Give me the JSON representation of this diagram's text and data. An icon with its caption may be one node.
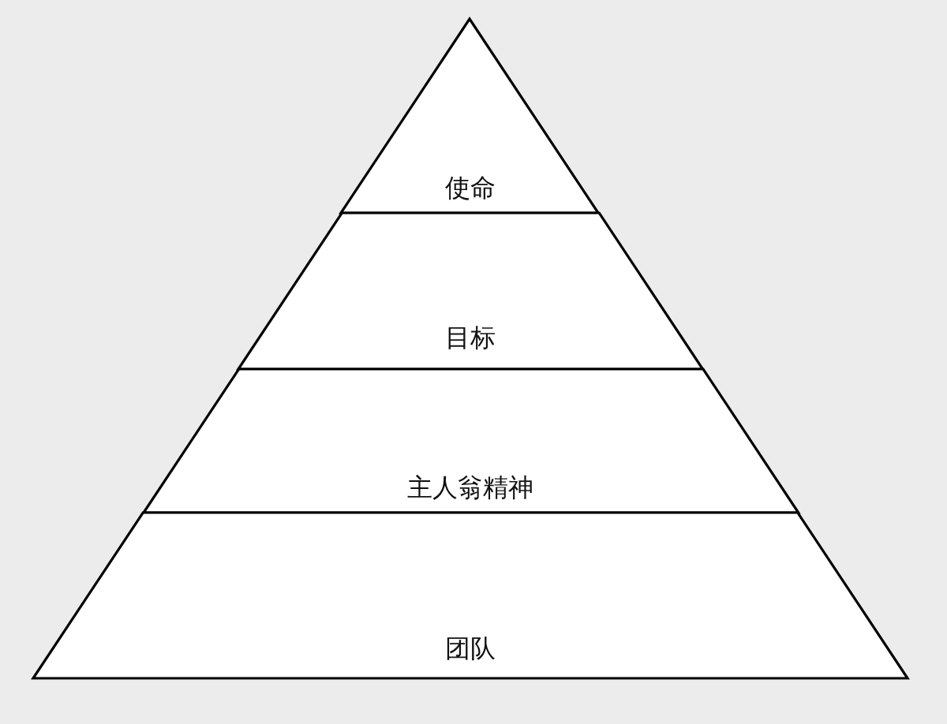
{
  "diagram": {
    "nodes": [
      {
        "text": [
          "使命"
        ]
      },
      {
        "text": [
          "目标"
        ]
      },
      {
        "text": [
          "主人翁精神"
        ]
      },
      {
        "text": [
          "团队"
        ]
      }
    ]
  }
}
